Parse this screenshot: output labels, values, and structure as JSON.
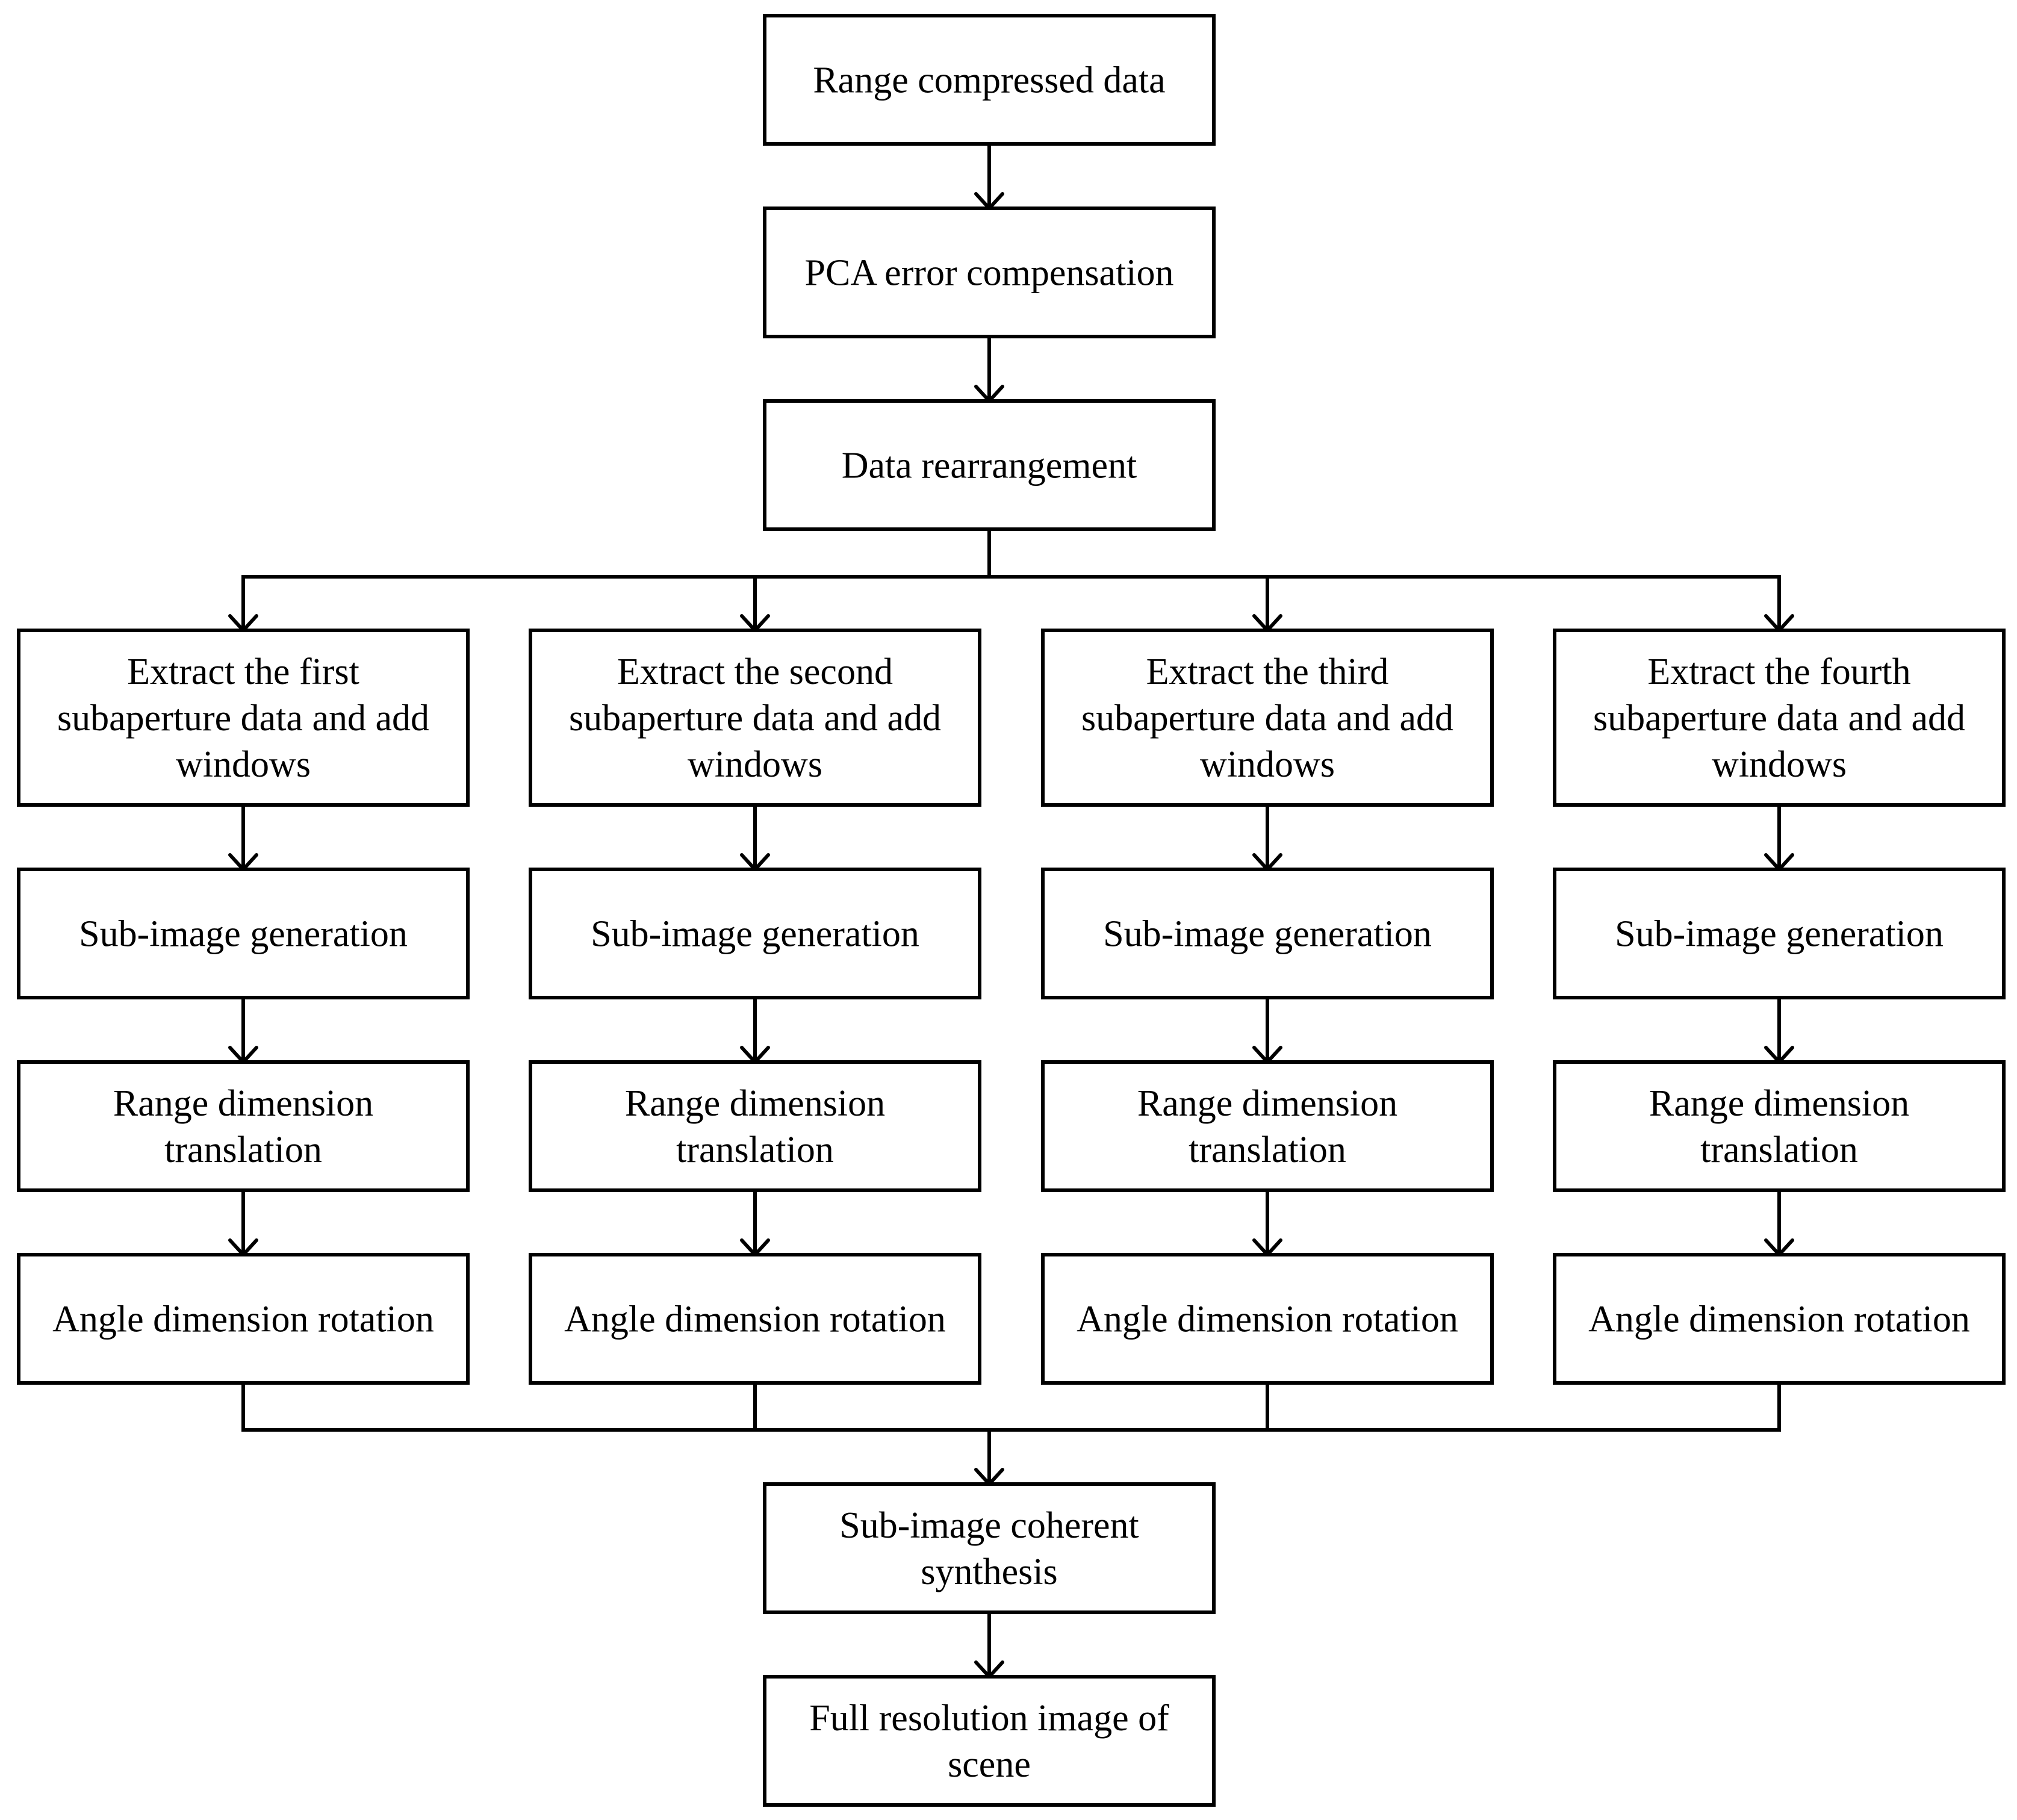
{
  "flowchart": {
    "nodes": {
      "range_compressed": {
        "lines": [
          "Range compressed data"
        ]
      },
      "pca": {
        "lines": [
          "PCA error compensation"
        ]
      },
      "rearrangement": {
        "lines": [
          "Data rearrangement"
        ]
      },
      "extract_1": {
        "lines": [
          "Extract the first",
          "subaperture data and add",
          "windows"
        ]
      },
      "extract_2": {
        "lines": [
          "Extract the second",
          "subaperture data and add",
          "windows"
        ]
      },
      "extract_3": {
        "lines": [
          "Extract the third",
          "subaperture data and add",
          "windows"
        ]
      },
      "extract_4": {
        "lines": [
          "Extract the fourth",
          "subaperture data and add",
          "windows"
        ]
      },
      "subimage_1": {
        "lines": [
          "Sub-image generation"
        ]
      },
      "subimage_2": {
        "lines": [
          "Sub-image generation"
        ]
      },
      "subimage_3": {
        "lines": [
          "Sub-image generation"
        ]
      },
      "subimage_4": {
        "lines": [
          "Sub-image generation"
        ]
      },
      "range_translation_1": {
        "lines": [
          "Range dimension",
          "translation"
        ]
      },
      "range_translation_2": {
        "lines": [
          "Range dimension",
          "translation"
        ]
      },
      "range_translation_3": {
        "lines": [
          "Range dimension",
          "translation"
        ]
      },
      "range_translation_4": {
        "lines": [
          "Range dimension",
          "translation"
        ]
      },
      "angle_rotation_1": {
        "lines": [
          "Angle dimension rotation"
        ]
      },
      "angle_rotation_2": {
        "lines": [
          "Angle dimension rotation"
        ]
      },
      "angle_rotation_3": {
        "lines": [
          "Angle dimension rotation"
        ]
      },
      "angle_rotation_4": {
        "lines": [
          "Angle dimension rotation"
        ]
      },
      "coherent_synthesis": {
        "lines": [
          "Sub-image coherent",
          "synthesis"
        ]
      },
      "full_resolution": {
        "lines": [
          "Full resolution image of",
          "scene"
        ]
      }
    },
    "edges": [
      [
        "range_compressed",
        "pca"
      ],
      [
        "pca",
        "rearrangement"
      ],
      [
        "rearrangement",
        "extract_1"
      ],
      [
        "rearrangement",
        "extract_2"
      ],
      [
        "rearrangement",
        "extract_3"
      ],
      [
        "rearrangement",
        "extract_4"
      ],
      [
        "extract_1",
        "subimage_1"
      ],
      [
        "extract_2",
        "subimage_2"
      ],
      [
        "extract_3",
        "subimage_3"
      ],
      [
        "extract_4",
        "subimage_4"
      ],
      [
        "subimage_1",
        "range_translation_1"
      ],
      [
        "subimage_2",
        "range_translation_2"
      ],
      [
        "subimage_3",
        "range_translation_3"
      ],
      [
        "subimage_4",
        "range_translation_4"
      ],
      [
        "range_translation_1",
        "angle_rotation_1"
      ],
      [
        "range_translation_2",
        "angle_rotation_2"
      ],
      [
        "range_translation_3",
        "angle_rotation_3"
      ],
      [
        "range_translation_4",
        "angle_rotation_4"
      ],
      [
        "angle_rotation_1",
        "coherent_synthesis"
      ],
      [
        "angle_rotation_2",
        "coherent_synthesis"
      ],
      [
        "angle_rotation_3",
        "coherent_synthesis"
      ],
      [
        "angle_rotation_4",
        "coherent_synthesis"
      ],
      [
        "coherent_synthesis",
        "full_resolution"
      ]
    ]
  }
}
